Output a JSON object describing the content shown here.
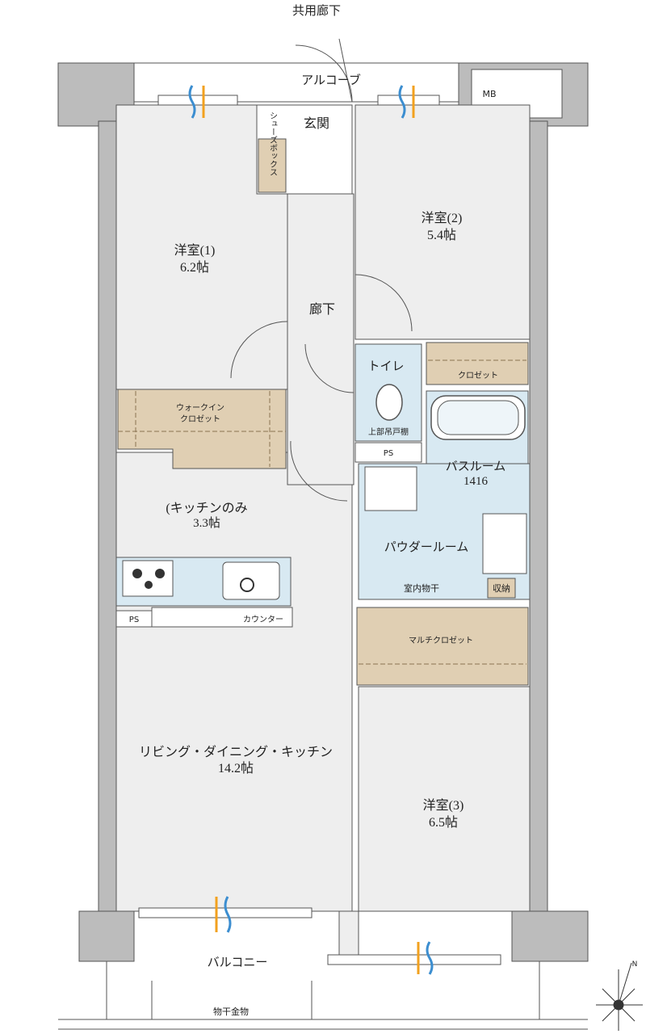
{
  "labels": {
    "common_corridor": "共用廊下",
    "alcove": "アルコーブ",
    "mb": "MB",
    "entrance": "玄関",
    "shoe_box": "シューズボックス",
    "room1_name": "洋室(1)",
    "room1_size": "6.2帖",
    "room2_name": "洋室(2)",
    "room2_size": "5.4帖",
    "room3_name": "洋室(3)",
    "room3_size": "6.5帖",
    "hallway": "廊下",
    "toilet": "トイレ",
    "upper_cabinet": "上部吊戸棚",
    "closet": "クロゼット",
    "walk_in_closet_1": "ウォークイン",
    "walk_in_closet_2": "クロゼット",
    "ps": "PS",
    "bathroom": "バスルーム",
    "bath_size": "1416",
    "kitchen_only": "(キッチンのみ",
    "kitchen_only_size": "3.3帖",
    "powder_room": "パウダールーム",
    "indoor_drying": "室内物干",
    "storage": "収納",
    "multi_closet": "マルチクロゼット",
    "counter": "カウンター",
    "ldk": "リビング・ダイニング・キッチン",
    "ldk_size": "14.2帖",
    "balcony": "バルコニー",
    "drying_hardware": "物干金物",
    "north": "N"
  },
  "colors": {
    "wall": "#bcbcbc",
    "floor": "#eeeeee",
    "wet_area": "#d8e9f2",
    "closet": "#e0cfb3",
    "outline": "#555555",
    "vent_blue": "#3c8ed0",
    "vent_orange": "#f2a11f"
  }
}
